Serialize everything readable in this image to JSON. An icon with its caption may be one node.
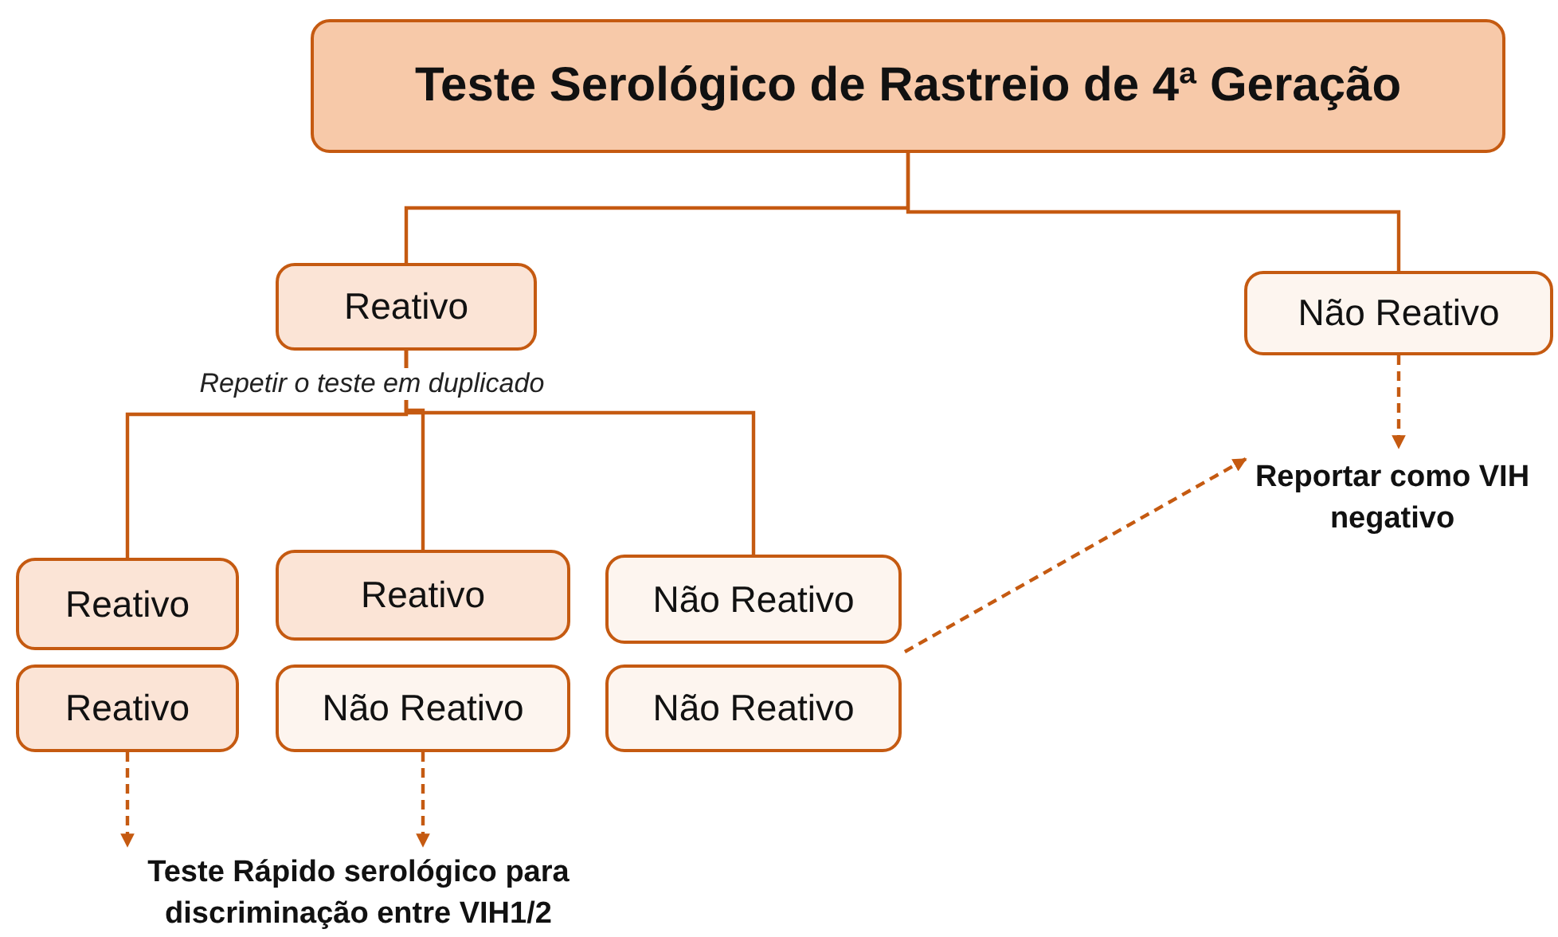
{
  "diagram": {
    "nodes": [
      {
        "text": [
          "Teste Serológico de Rastreio de 4ª Geração"
        ]
      },
      {
        "text": [
          "Reativo"
        ]
      },
      {
        "text": [
          "Não Reativo"
        ]
      },
      {
        "text": [
          "Reativo"
        ]
      },
      {
        "text": [
          "Reativo"
        ]
      },
      {
        "text": [
          "Reativo"
        ]
      },
      {
        "text": [
          "Não Reativo"
        ]
      },
      {
        "text": [
          "Não Reativo"
        ]
      },
      {
        "text": [
          "Não Reativo"
        ]
      },
      {
        "text": [
          "Reportar como VIH negativo"
        ]
      },
      {
        "text": [
          "Teste Rápido serológico para discriminação entre VIH1/2"
        ]
      }
    ],
    "edges": [
      {
        "from": 0,
        "to": 1,
        "arrow": "none"
      },
      {
        "from": 0,
        "to": 2,
        "arrow": "none"
      },
      {
        "from": 1,
        "to": 3,
        "arrow": "none"
      },
      {
        "from": 1,
        "to": 5,
        "arrow": "none",
        "label": "Repetir o teste em duplicado"
      },
      {
        "from": 1,
        "to": 7,
        "arrow": "none"
      },
      {
        "from": 2,
        "to": 9,
        "arrow": "to",
        "style": "dashed"
      },
      {
        "from": 8,
        "to": 9,
        "arrow": "to",
        "style": "dashed"
      },
      {
        "from": 4,
        "to": 10,
        "arrow": "to",
        "style": "dashed"
      },
      {
        "from": 6,
        "to": 10,
        "arrow": "to",
        "style": "dashed"
      }
    ]
  }
}
